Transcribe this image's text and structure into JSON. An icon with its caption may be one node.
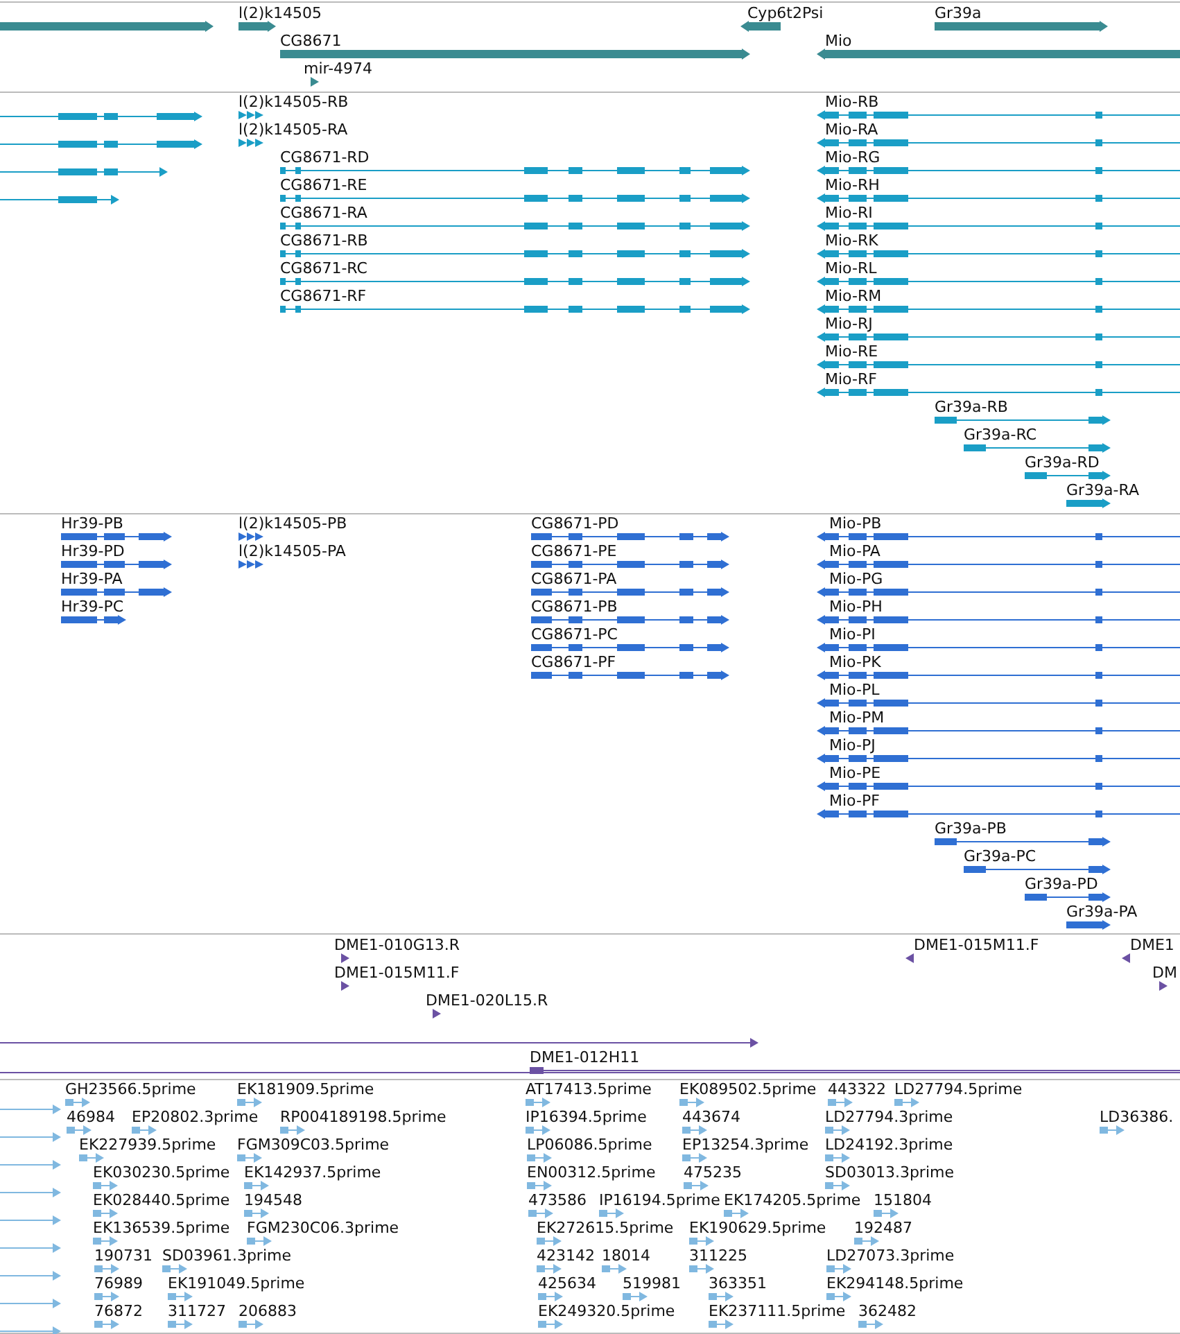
{
  "diagram": {
    "labels": [
      "l(2)k14505",
      "Cyp6t2Psi",
      "Gr39a",
      "CG8671",
      "Mio",
      "mir-4974",
      "l(2)k14505-RB",
      "Mio-RB",
      "l(2)k14505-RA",
      "Mio-RA",
      "CG8671-RD",
      "Mio-RG",
      "CG8671-RE",
      "Mio-RH",
      "CG8671-RA",
      "Mio-RI",
      "CG8671-RB",
      "Mio-RK",
      "CG8671-RC",
      "Mio-RL",
      "CG8671-RF",
      "Mio-RM",
      "Mio-RJ",
      "Mio-RE",
      "Mio-RF",
      "Gr39a-RB",
      "Gr39a-RC",
      "Gr39a-RD",
      "Gr39a-RA",
      "Hr39-PB",
      "l(2)k14505-PB",
      "CG8671-PD",
      "Mio-PB",
      "Hr39-PD",
      "l(2)k14505-PA",
      "CG8671-PE",
      "Mio-PA",
      "Hr39-PA",
      "CG8671-PA",
      "Mio-PG",
      "Hr39-PC",
      "CG8671-PB",
      "Mio-PH",
      "CG8671-PC",
      "Mio-PI",
      "CG8671-PF",
      "Mio-PK",
      "Mio-PL",
      "Mio-PM",
      "Mio-PJ",
      "Mio-PE",
      "Mio-PF",
      "Gr39a-PB",
      "Gr39a-PC",
      "Gr39a-PD",
      "Gr39a-PA",
      "DME1-010G13.R",
      "DME1-015M11.F",
      "DME1",
      "DME1-015M11.F",
      "DM",
      "DME1-020L15.R",
      "DME1-012H11",
      "GH23566.5prime",
      "EK181909.5prime",
      "AT17413.5prime",
      "EK089502.5prime",
      "443322",
      "LD27794.5prime",
      "46984",
      "EP20802.3prime",
      "RP004189198.5prime",
      "IP16394.5prime",
      "443674",
      "LD27794.3prime",
      "LD36386.",
      "EK227939.5prime",
      "FGM309C03.5prime",
      "LP06086.5prime",
      "EP13254.3prime",
      "LD24192.3prime",
      "EK030230.5prime",
      "EK142937.5prime",
      "EN00312.5prime",
      "475235",
      "SD03013.3prime",
      "EK028440.5prime",
      "194548",
      "473586",
      "IP16194.5prime",
      "EK174205.5prime",
      "151804",
      "EK136539.5prime",
      "FGM230C06.3prime",
      "EK272615.5prime",
      "EK190629.5prime",
      "192487",
      "190731",
      "SD03961.3prime",
      "423142",
      "18014",
      "311225",
      "LD27073.3prime",
      "76989",
      "EK191049.5prime",
      "425634",
      "519981",
      "363351",
      "EK294148.5prime",
      "76872",
      "311727",
      "206883",
      "EK249320.5prime",
      "EK237111.5prime",
      "362482"
    ]
  }
}
